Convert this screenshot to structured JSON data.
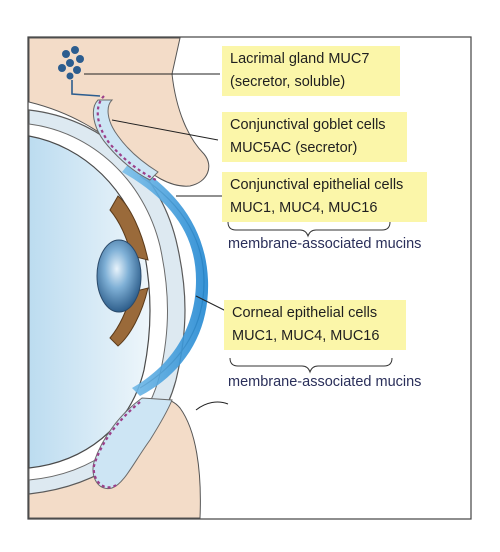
{
  "labels": {
    "lacrimal": {
      "line1": "Lacrimal gland MUC7",
      "line2": "(secretor, soluble)"
    },
    "goblet": {
      "line1": "Conjunctival goblet cells",
      "line2": "MUC5AC  (secretor)"
    },
    "conj_epithelial": {
      "line1": "Conjunctival epithelial cells",
      "line2": "MUC1, MUC4, MUC16"
    },
    "membrane_caption_1": "membrane-associated mucins",
    "corneal_epithelial": {
      "line1": "Corneal epithelial cells",
      "line2": "MUC1, MUC4, MUC16"
    },
    "membrane_caption_2": "membrane-associated mucins"
  },
  "colors": {
    "label_fill": "#fbf6a9",
    "tear_film": "#2a8fd4",
    "eyelid_skin": "#f3dcc8",
    "iris_brown": "#9a6a3a",
    "lens_blue": "#4a86b4",
    "eyeball_fill": "#e7f2f9",
    "mucin_dash": "#9c3f8a"
  }
}
